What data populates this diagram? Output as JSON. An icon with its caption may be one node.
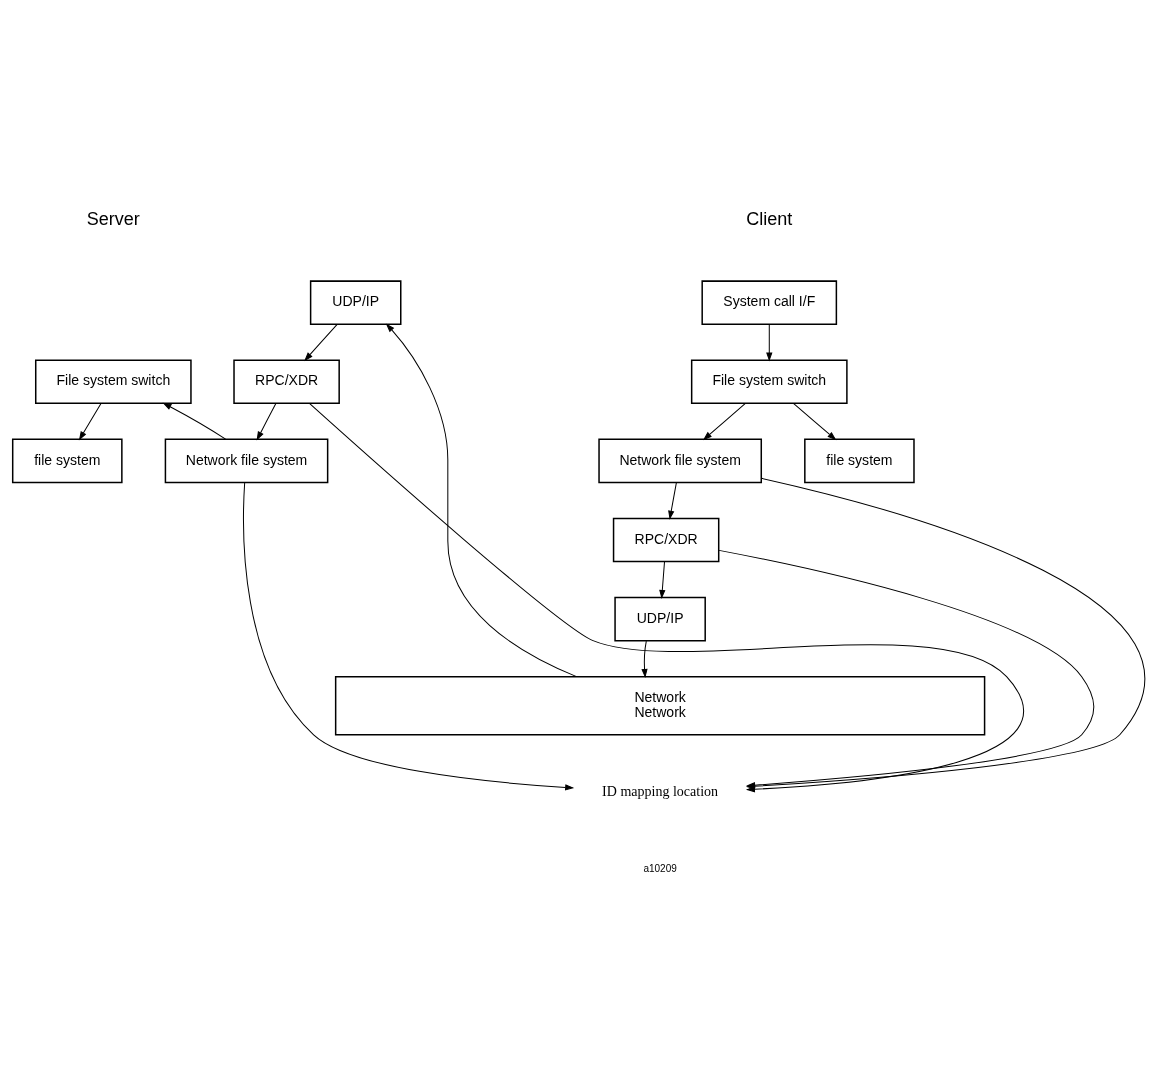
{
  "diagram": {
    "nodes": [
      {
        "text": [
          "System call I/F"
        ]
      },
      {
        "text": [
          "File system switch"
        ]
      },
      {
        "text": [
          "Network file system"
        ]
      },
      {
        "text": [
          "file system"
        ]
      },
      {
        "text": [
          "RPC/XDR"
        ]
      },
      {
        "text": [
          "UDP/IP"
        ]
      },
      {
        "text": [
          "Network",
          "Network"
        ]
      },
      {
        "text": [
          "ID mapping location"
        ]
      },
      {
        "text": [
          "File system switch"
        ]
      },
      {
        "text": [
          "Network file system"
        ]
      },
      {
        "text": [
          "file system"
        ]
      },
      {
        "text": [
          "RPC/XDR"
        ]
      },
      {
        "text": [
          "UDP/IP"
        ]
      }
    ],
    "edges": [
      {
        "from": 0,
        "to": 1,
        "arrow": "to"
      },
      {
        "from": 1,
        "to": 2,
        "arrow": "to"
      },
      {
        "from": 1,
        "to": 3,
        "arrow": "to"
      },
      {
        "from": 2,
        "to": 4,
        "arrow": "to"
      },
      {
        "from": 4,
        "to": 5,
        "arrow": "to"
      },
      {
        "from": 5,
        "to": 6,
        "arrow": "to"
      },
      {
        "from": 2,
        "to": 7,
        "arrow": "to"
      },
      {
        "from": 4,
        "to": 7,
        "arrow": "to"
      },
      {
        "from": 6,
        "to": 12,
        "arrow": "to"
      },
      {
        "from": 12,
        "to": 11,
        "arrow": "to"
      },
      {
        "from": 11,
        "to": 9,
        "arrow": "to"
      },
      {
        "from": 9,
        "to": 8,
        "arrow": "to"
      },
      {
        "from": 8,
        "to": 10,
        "arrow": "to"
      },
      {
        "from": 9,
        "to": 7,
        "arrow": "to"
      },
      {
        "from": 11,
        "to": 7,
        "arrow": "to"
      }
    ],
    "labels": [
      "Client",
      "Server",
      "a10209"
    ]
  }
}
